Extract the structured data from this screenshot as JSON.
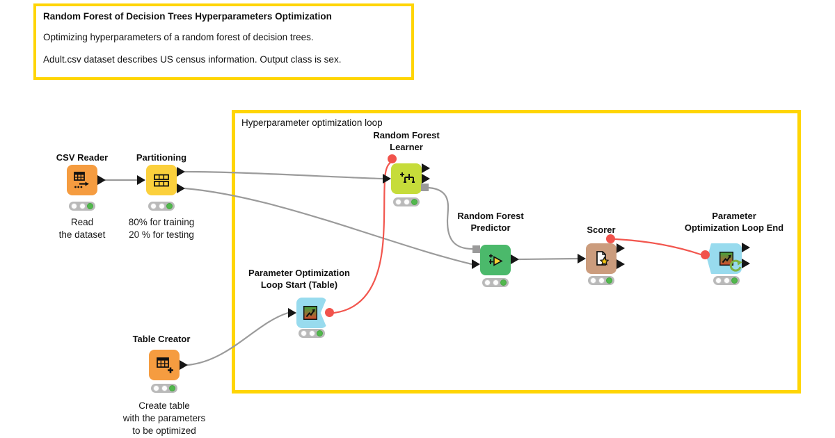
{
  "annotation": {
    "title": "Random Forest of Decision Trees Hyperparameters Optimization",
    "body1": "Optimizing hyperparameters of a random forest of decision trees.",
    "body2": "Adult.csv dataset describes US census information. Output class is sex."
  },
  "loop_box": {
    "label": "Hyperparameter optimization loop"
  },
  "nodes": [
    {
      "id": "csv-reader",
      "title": "CSV Reader",
      "caption": "Read\nthe dataset",
      "status": "executed",
      "icon": "table-export-icon"
    },
    {
      "id": "partitioning",
      "title": "Partitioning",
      "caption": "80% for training\n20 % for testing",
      "status": "executed",
      "icon": "split-rows-icon"
    },
    {
      "id": "random-forest-learner",
      "title": "Random Forest\nLearner",
      "caption": "",
      "status": "executed",
      "icon": "decision-tree-icon"
    },
    {
      "id": "random-forest-predictor",
      "title": "Random Forest\nPredictor",
      "caption": "",
      "status": "executed",
      "icon": "tree-predict-icon"
    },
    {
      "id": "scorer",
      "title": "Scorer",
      "caption": "",
      "status": "executed",
      "icon": "document-star-icon"
    },
    {
      "id": "parameter-optimization-loop-end",
      "title": "Parameter\nOptimization Loop End",
      "caption": "",
      "status": "executed",
      "icon": "chart-gradient-icon"
    },
    {
      "id": "parameter-optimization-loop-start",
      "title": "Parameter Optimization\nLoop Start (Table)",
      "caption": "",
      "status": "executed",
      "icon": "chart-gradient-icon"
    },
    {
      "id": "table-creator",
      "title": "Table Creator",
      "caption": "Create table\nwith the parameters\nto be optimized",
      "status": "executed",
      "icon": "table-plus-icon"
    }
  ],
  "colors": {
    "accent_yellow": "#FFD504",
    "wire_gray": "#9B9B9B",
    "flow_variable_red": "#F1534C",
    "node_orange": "#F59C40",
    "node_yellow": "#FBD03C",
    "node_lime": "#C6DC3A",
    "node_green": "#4BB96B",
    "node_tan": "#CB9C7D",
    "node_blue": "#98DBEE",
    "status_green": "#52B84D"
  }
}
